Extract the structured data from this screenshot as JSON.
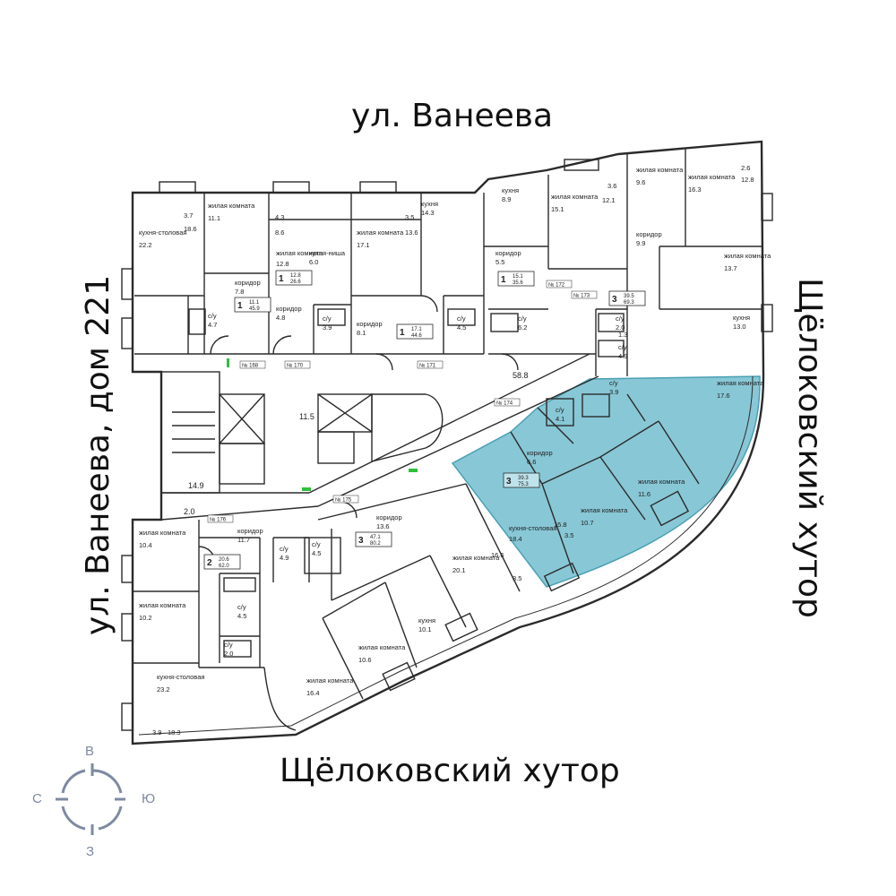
{
  "streets": {
    "top": "ул. Ванеева",
    "left": "ул. Ванеева, дом 221",
    "right": "Щёлоковский хутор",
    "bottom": "Щёлоковский хутор"
  },
  "compass": {
    "north": "В",
    "east": "Ю",
    "south": "З",
    "west": "С"
  },
  "colors": {
    "highlight": "#7ec3d3",
    "highlight_stroke": "#3b98ad",
    "wall": "#2b2b2b",
    "compass": "#7d8aa1"
  },
  "rooms": [
    {
      "id": "r1",
      "label": "жилая комната",
      "area": "11.1"
    },
    {
      "id": "r2",
      "label": "кухня-столовая",
      "area": "22.2"
    },
    {
      "id": "r3",
      "label": "",
      "area": "3.7"
    },
    {
      "id": "r4",
      "label": "",
      "area": "18.6"
    },
    {
      "id": "r5",
      "label": "коридор",
      "area": "7.8"
    },
    {
      "id": "r6",
      "label": "с/у",
      "area": "4.7"
    },
    {
      "id": "r7",
      "label": "жилая комната",
      "area": "12.8"
    },
    {
      "id": "r8",
      "label": "кухня-ниша",
      "area": "6.0"
    },
    {
      "id": "r9",
      "label": "",
      "area": "4.3"
    },
    {
      "id": "r10",
      "label": "",
      "area": "8.6"
    },
    {
      "id": "r11",
      "label": "коридор",
      "area": "4.8"
    },
    {
      "id": "r12",
      "label": "с/у",
      "area": "3.9"
    },
    {
      "id": "r13",
      "label": "жилая комната",
      "area": "17.1"
    },
    {
      "id": "r14",
      "label": "кухня",
      "area": "14.3"
    },
    {
      "id": "r15",
      "label": "",
      "area": "3.5"
    },
    {
      "id": "r16",
      "label": "",
      "area": "13.6"
    },
    {
      "id": "r17",
      "label": "коридор",
      "area": "8.1"
    },
    {
      "id": "r18",
      "label": "с/у",
      "area": "4.5"
    },
    {
      "id": "r19",
      "label": "кухня",
      "area": "8.9"
    },
    {
      "id": "r20",
      "label": "жилая комната",
      "area": "15.1"
    },
    {
      "id": "r21",
      "label": "коридор",
      "area": "5.5"
    },
    {
      "id": "r22",
      "label": "с/у",
      "area": "6.2"
    },
    {
      "id": "r23",
      "label": "",
      "area": "3.6"
    },
    {
      "id": "r24",
      "label": "",
      "area": "12.1"
    },
    {
      "id": "r25",
      "label": "жилая комната",
      "area": "9.6"
    },
    {
      "id": "r26",
      "label": "жилая комната",
      "area": "16.3"
    },
    {
      "id": "r27",
      "label": "",
      "area": "2.6"
    },
    {
      "id": "r28",
      "label": "",
      "area": "12.8"
    },
    {
      "id": "r29",
      "label": "коридор",
      "area": "9.9"
    },
    {
      "id": "r30",
      "label": "жилая комната",
      "area": "13.7"
    },
    {
      "id": "r31",
      "label": "кухня",
      "area": "13.0"
    },
    {
      "id": "r32",
      "label": "с/у",
      "area": "2.0"
    },
    {
      "id": "r33",
      "label": "",
      "area": "1.3"
    },
    {
      "id": "r34",
      "label": "с/у",
      "area": "4.9"
    },
    {
      "id": "r35",
      "label": "",
      "area": "58.8"
    },
    {
      "id": "r36",
      "label": "",
      "area": "11.5"
    },
    {
      "id": "r37",
      "label": "",
      "area": "14.9"
    },
    {
      "id": "r38",
      "label": "",
      "area": "2.0"
    },
    {
      "id": "r39",
      "label": "с/у",
      "area": "3.9"
    },
    {
      "id": "r40",
      "label": "с/у",
      "area": "4.1"
    },
    {
      "id": "r41",
      "label": "жилая комната",
      "area": "17.6"
    },
    {
      "id": "r42",
      "label": "коридор",
      "area": "6.6"
    },
    {
      "id": "r43",
      "label": "жилая комната",
      "area": "11.6"
    },
    {
      "id": "r44",
      "label": "жилая комната",
      "area": "10.7"
    },
    {
      "id": "r45",
      "label": "кухня-столовая",
      "area": "18.4"
    },
    {
      "id": "r46",
      "label": "",
      "area": "15.8"
    },
    {
      "id": "r47",
      "label": "",
      "area": "3.5"
    },
    {
      "id": "r48",
      "label": "жилая комната",
      "area": "10.4"
    },
    {
      "id": "r49",
      "label": "коридор",
      "area": "11.7"
    },
    {
      "id": "r50",
      "label": "с/у",
      "area": "4.9"
    },
    {
      "id": "r51",
      "label": "с/у",
      "area": "4.5"
    },
    {
      "id": "r52",
      "label": "жилая комната",
      "area": "10.2"
    },
    {
      "id": "r53",
      "label": "с/у",
      "area": "4.5"
    },
    {
      "id": "r54",
      "label": "с/у",
      "area": "2.0"
    },
    {
      "id": "r55",
      "label": "кухня-столовая",
      "area": "23.2"
    },
    {
      "id": "r56",
      "label": "",
      "area": "3.9"
    },
    {
      "id": "r57",
      "label": "",
      "area": "18.3"
    },
    {
      "id": "r58",
      "label": "коридор",
      "area": "13.6"
    },
    {
      "id": "r59",
      "label": "жилая комната",
      "area": "20.1"
    },
    {
      "id": "r60",
      "label": "",
      "area": "16.6"
    },
    {
      "id": "r61",
      "label": "",
      "area": "3.5"
    },
    {
      "id": "r62",
      "label": "кухня",
      "area": "10.1"
    },
    {
      "id": "r63",
      "label": "жилая комната",
      "area": "10.6"
    },
    {
      "id": "r64",
      "label": "жилая комната",
      "area": "16.4"
    }
  ],
  "apartments": [
    {
      "id": "a1",
      "rooms": "1",
      "living": "11.1",
      "total": "45.9"
    },
    {
      "id": "a2",
      "rooms": "1",
      "living": "12.8",
      "total": "26.6"
    },
    {
      "id": "a3",
      "rooms": "1",
      "living": "17.1",
      "total": "44.6"
    },
    {
      "id": "a4",
      "rooms": "1",
      "living": "15.1",
      "total": "35.6"
    },
    {
      "id": "a5",
      "rooms": "3",
      "living": "39.5",
      "total": "69.3"
    },
    {
      "id": "a6",
      "rooms": "3",
      "living": "39.3",
      "total": "75.3"
    },
    {
      "id": "a7",
      "rooms": "2",
      "living": "20.6",
      "total": "62.0"
    },
    {
      "id": "a8",
      "rooms": "3",
      "living": "47.1",
      "total": "80.2"
    }
  ],
  "apartment_numbers": [
    {
      "id": "n1",
      "text": "№ 168"
    },
    {
      "id": "n2",
      "text": "№ 170"
    },
    {
      "id": "n3",
      "text": "№ 171"
    },
    {
      "id": "n4",
      "text": "№ 172"
    },
    {
      "id": "n5",
      "text": "№ 173"
    },
    {
      "id": "n6",
      "text": "№ 174"
    },
    {
      "id": "n7",
      "text": "№ 175"
    },
    {
      "id": "n8",
      "text": "№ 176"
    }
  ]
}
